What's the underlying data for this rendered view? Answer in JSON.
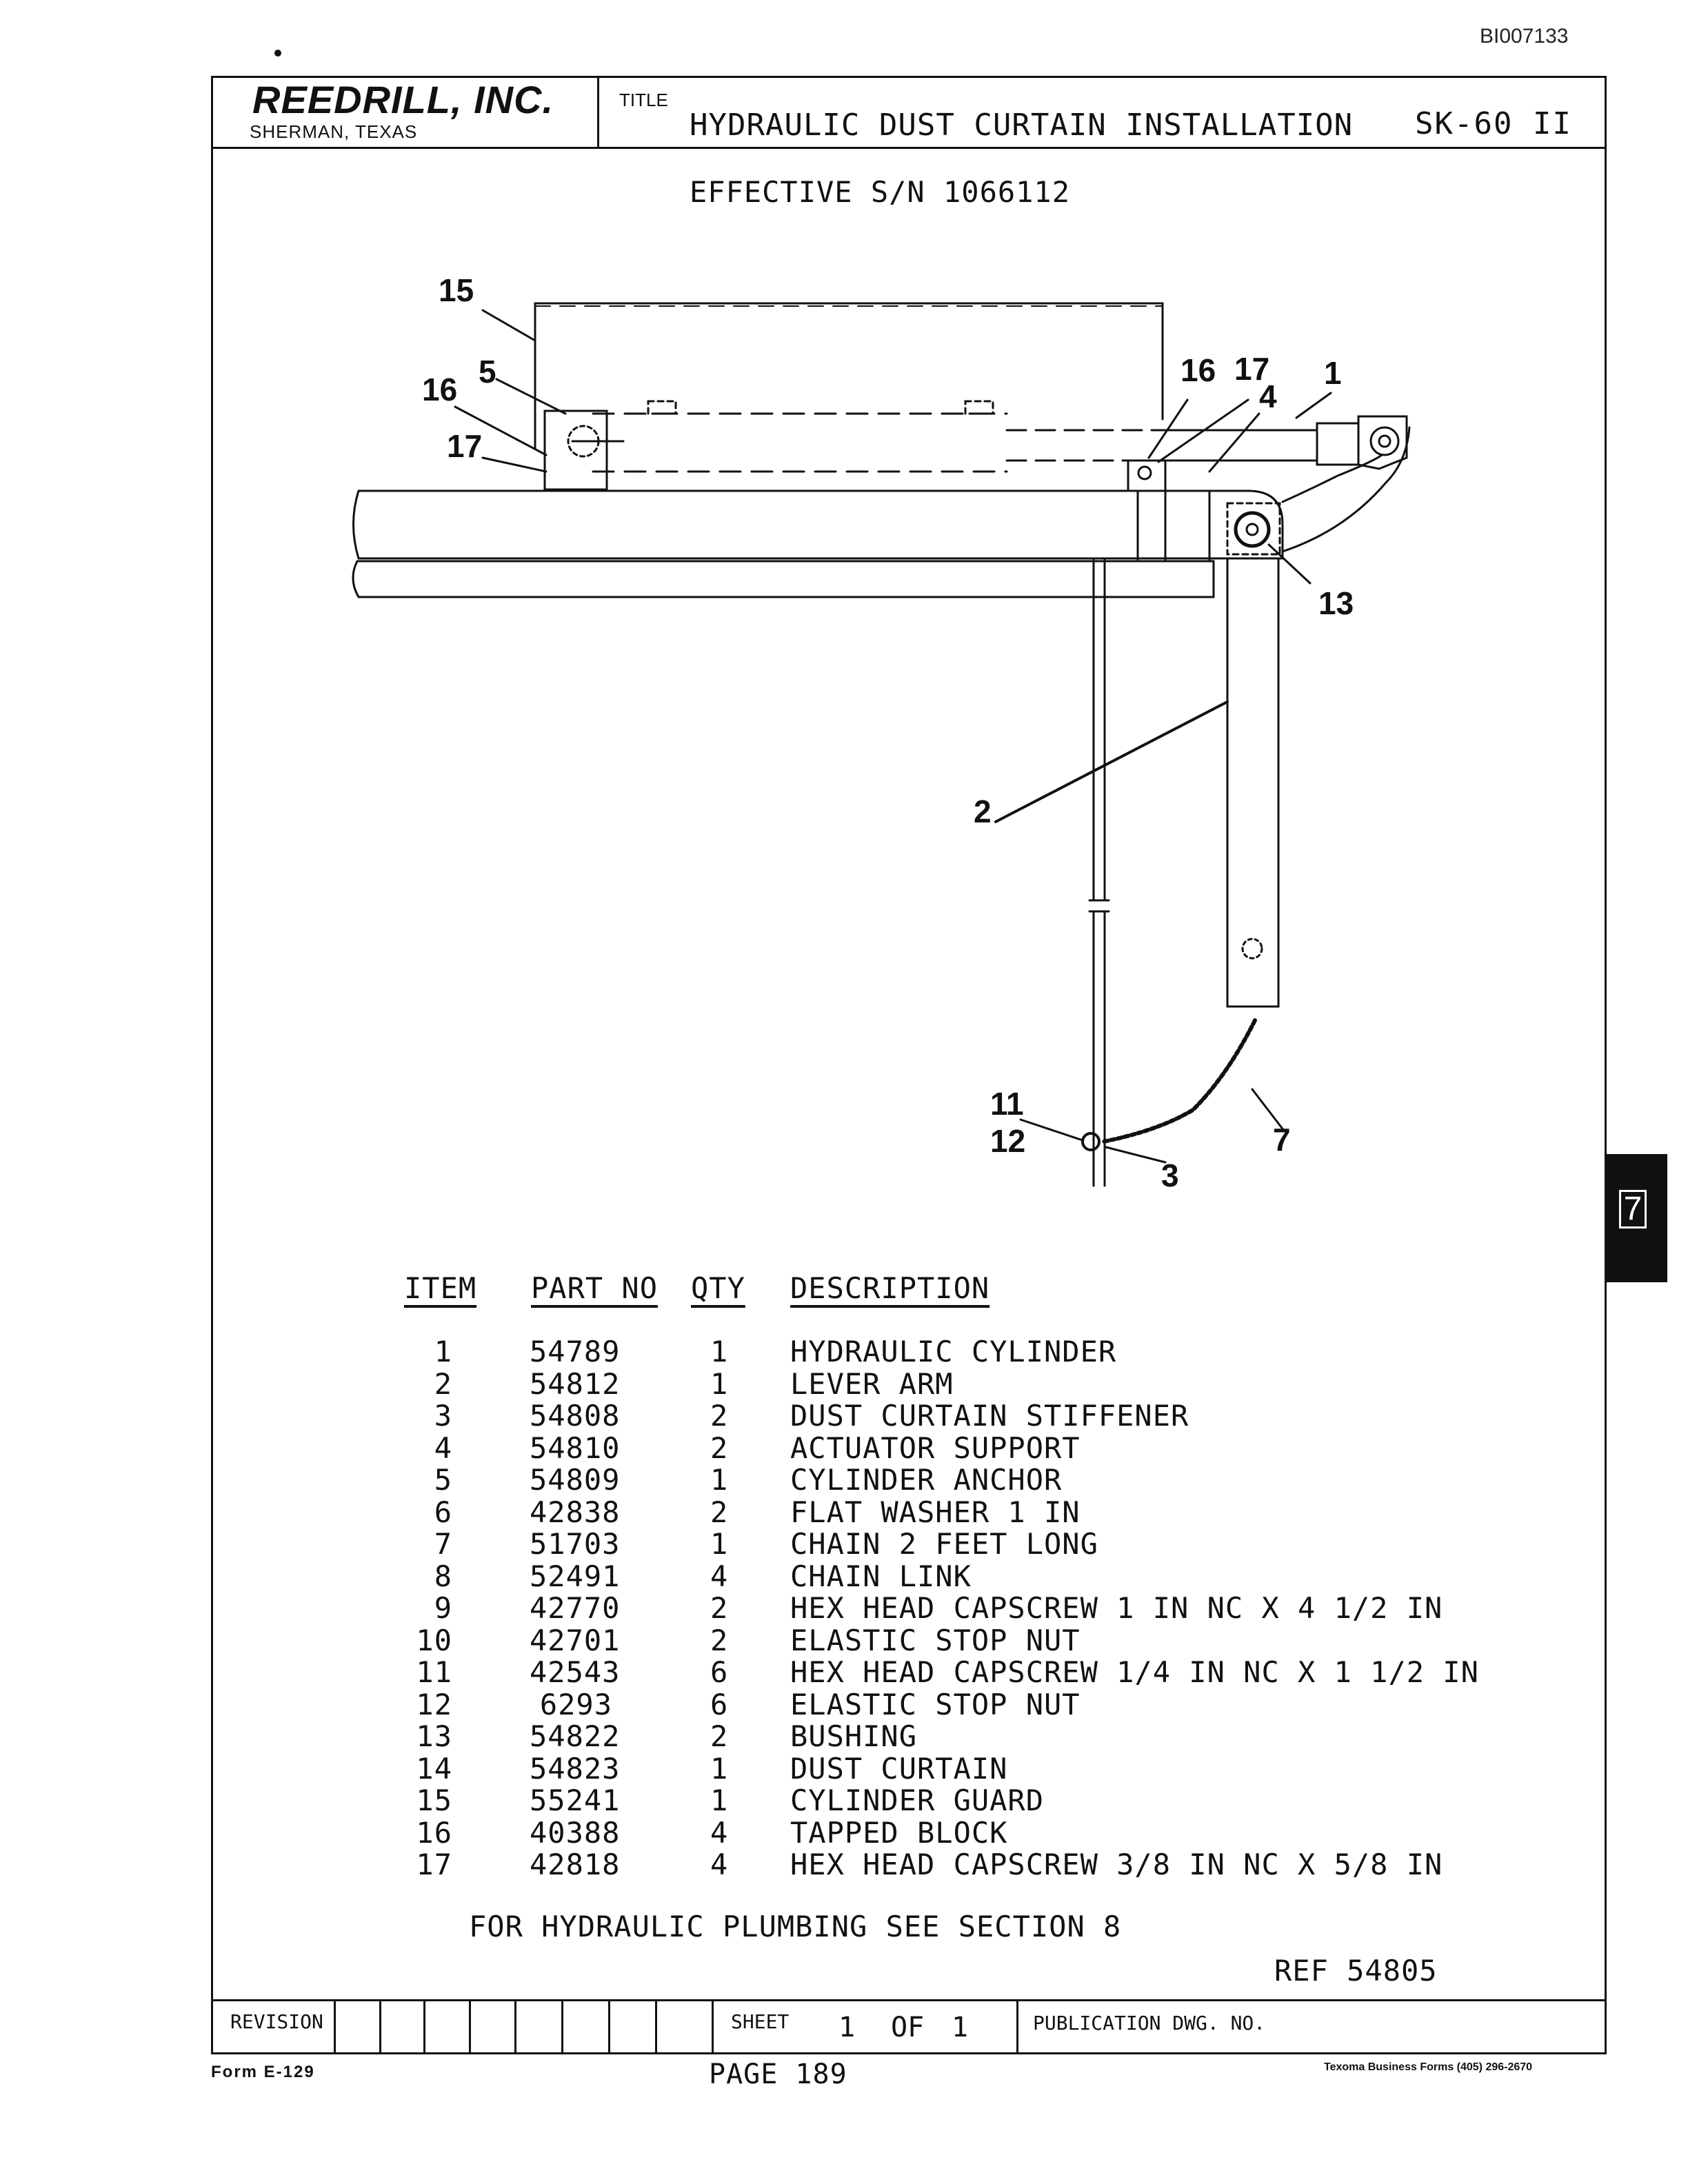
{
  "document_id": "BI007133",
  "header": {
    "company": "REEDRILL, INC.",
    "location": "SHERMAN, TEXAS",
    "title_label": "TITLE",
    "title": "HYDRAULIC DUST CURTAIN INSTALLATION",
    "model": "SK-60 II"
  },
  "effective": "EFFECTIVE S/N  1066112",
  "drawing": {
    "callouts": [
      "15",
      "5",
      "16",
      "17",
      "16",
      "17",
      "4",
      "1",
      "13",
      "2",
      "11",
      "12",
      "3",
      "7"
    ]
  },
  "section_tab": "7",
  "parts_table": {
    "headers": {
      "item": "ITEM",
      "part_no": "PART NO",
      "qty": "QTY",
      "description": "DESCRIPTION"
    },
    "rows": [
      {
        "item": "1",
        "part_no": "54789",
        "qty": "1",
        "description": "HYDRAULIC CYLINDER"
      },
      {
        "item": "2",
        "part_no": "54812",
        "qty": "1",
        "description": "LEVER ARM"
      },
      {
        "item": "3",
        "part_no": "54808",
        "qty": "2",
        "description": "DUST CURTAIN STIFFENER"
      },
      {
        "item": "4",
        "part_no": "54810",
        "qty": "2",
        "description": "ACTUATOR SUPPORT"
      },
      {
        "item": "5",
        "part_no": "54809",
        "qty": "1",
        "description": "CYLINDER ANCHOR"
      },
      {
        "item": "6",
        "part_no": "42838",
        "qty": "2",
        "description": "FLAT WASHER 1 IN"
      },
      {
        "item": "7",
        "part_no": "51703",
        "qty": "1",
        "description": "CHAIN 2 FEET LONG"
      },
      {
        "item": "8",
        "part_no": "52491",
        "qty": "4",
        "description": "CHAIN LINK"
      },
      {
        "item": "9",
        "part_no": "42770",
        "qty": "2",
        "description": "HEX HEAD CAPSCREW 1 IN NC X 4 1/2 IN"
      },
      {
        "item": "10",
        "part_no": "42701",
        "qty": "2",
        "description": "ELASTIC STOP NUT"
      },
      {
        "item": "11",
        "part_no": "42543",
        "qty": "6",
        "description": "HEX HEAD CAPSCREW 1/4 IN NC X 1 1/2 IN"
      },
      {
        "item": "12",
        "part_no": "6293",
        "qty": "6",
        "description": "ELASTIC STOP NUT"
      },
      {
        "item": "13",
        "part_no": "54822",
        "qty": "2",
        "description": "BUSHING"
      },
      {
        "item": "14",
        "part_no": "54823",
        "qty": "1",
        "description": "DUST CURTAIN"
      },
      {
        "item": "15",
        "part_no": "55241",
        "qty": "1",
        "description": "CYLINDER GUARD"
      },
      {
        "item": "16",
        "part_no": "40388",
        "qty": "4",
        "description": "TAPPED BLOCK"
      },
      {
        "item": "17",
        "part_no": "42818",
        "qty": "4",
        "description": "HEX HEAD CAPSCREW 3/8 IN NC X 5/8 IN"
      }
    ]
  },
  "plumbing_note": "FOR HYDRAULIC PLUMBING SEE SECTION 8",
  "reference": "REF 54805",
  "revision_block": {
    "revision_label": "REVISION",
    "sheet_label": "SHEET",
    "sheet_number": "1",
    "sheet_of": "OF",
    "sheet_total": "1",
    "publication_label": "PUBLICATION DWG. NO."
  },
  "footer": {
    "form_number": "Form E-129",
    "page": "PAGE 189",
    "printer": "Texoma Business Forms (405) 296-2670"
  }
}
